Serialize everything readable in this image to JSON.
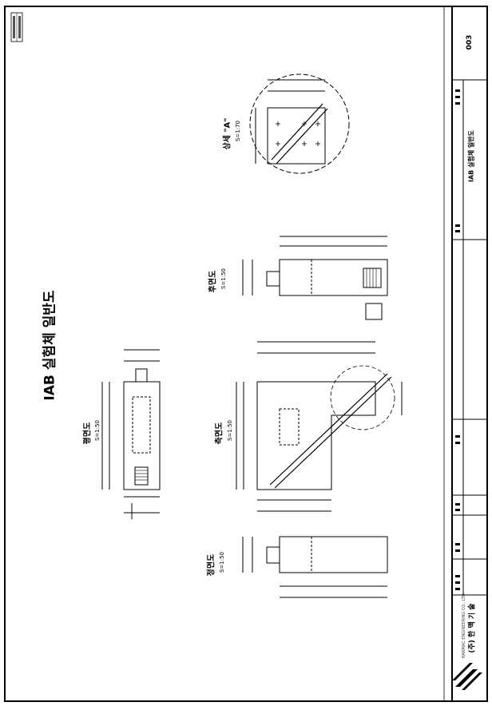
{
  "sheet": {
    "title": "IAB 실험체 일반도",
    "views": {
      "plan": {
        "name": "평면도",
        "scale": "S=1:50"
      },
      "side": {
        "name": "측면도",
        "scale": "S=1:50"
      },
      "front": {
        "name": "정면도",
        "scale": "S=1:50"
      },
      "rear": {
        "name": "후면도",
        "scale": "S=1:50"
      },
      "detail": {
        "name": "상세 \"A\"",
        "scale": "S=1:70"
      }
    }
  },
  "title_block": {
    "drawing_no": "003",
    "drawing_name": "IAB 실험체 일반도",
    "company": "(주) 한 맥 기 술",
    "company_en": "HANMAC ENGINEERING CO., LTD."
  }
}
